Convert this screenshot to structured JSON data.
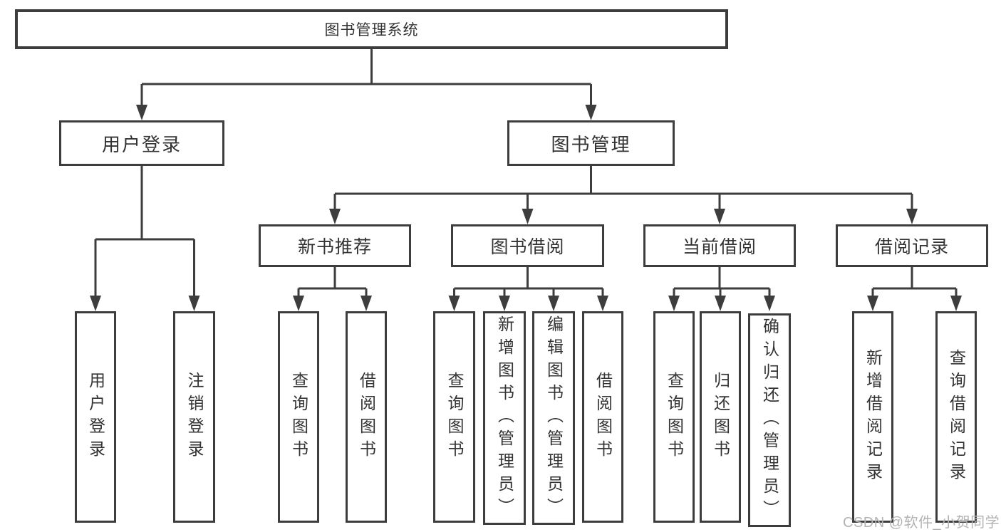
{
  "tree": {
    "label": "图书管理系统",
    "children": [
      {
        "label": "用户登录",
        "children": [
          {
            "label": "用户登录"
          },
          {
            "label": "注销登录"
          }
        ]
      },
      {
        "label": "图书管理",
        "children": [
          {
            "label": "新书推荐",
            "children": [
              {
                "label": "查询图书"
              },
              {
                "label": "借阅图书"
              }
            ]
          },
          {
            "label": "图书借阅",
            "children": [
              {
                "label": "查询图书"
              },
              {
                "label": "新增图书（管理员）"
              },
              {
                "label": "编辑图书（管理员）"
              },
              {
                "label": "借阅图书"
              }
            ]
          },
          {
            "label": "当前借阅",
            "children": [
              {
                "label": "查询图书"
              },
              {
                "label": "归还图书"
              },
              {
                "label": "确认归还（管理员）"
              }
            ]
          },
          {
            "label": "借阅记录",
            "children": [
              {
                "label": "新增借阅记录"
              },
              {
                "label": "查询借阅记录"
              }
            ]
          }
        ]
      }
    ]
  },
  "watermark": {
    "text": "CSDN @软件_小贺同学"
  },
  "colors": {
    "line": "#3d3d3d",
    "text": "#333333",
    "watermark": "#b3b3b3",
    "background": "#ffffff"
  }
}
